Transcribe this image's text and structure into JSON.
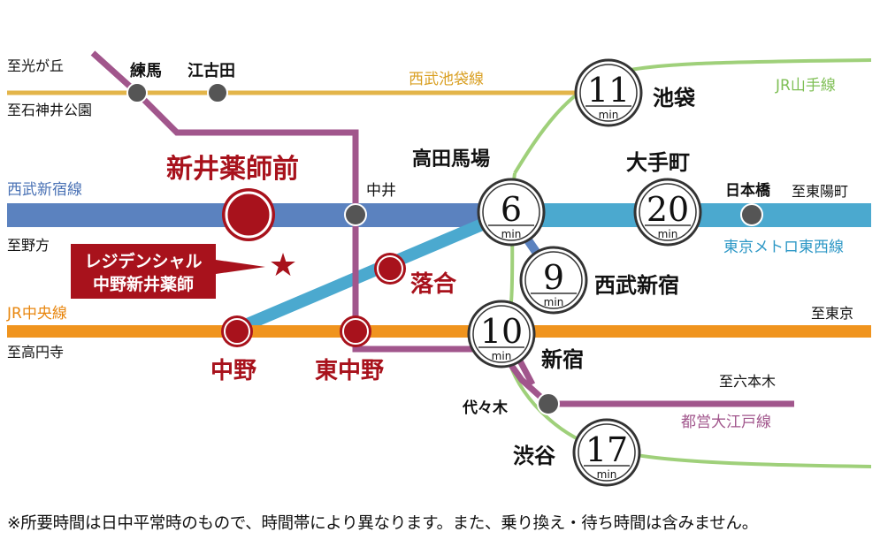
{
  "lines": {
    "seibu_ikebukuro": {
      "name": "西武池袋線",
      "color": "#e3b54a"
    },
    "seibu_shinjuku": {
      "name": "西武新宿線",
      "color": "#5b82bf"
    },
    "jr_chuo": {
      "name": "JR中央線",
      "color": "#f0941e"
    },
    "jr_yamanote": {
      "name": "JR山手線",
      "color": "#9fd07a"
    },
    "tozai": {
      "name": "東京メトロ東西線",
      "color": "#4ba9cf"
    },
    "oedo": {
      "name": "都営大江戸線",
      "color": "#a1568c"
    }
  },
  "directions": {
    "hikarigaoka": "至光が丘",
    "shakujii": "至石神井公園",
    "nogata": "至野方",
    "koenji": "至高円寺",
    "higashiyocho": "至東陽町",
    "tokyo": "至東京",
    "roppongi": "至六本木"
  },
  "stations": {
    "nerima": "練馬",
    "egota": "江古田",
    "nakai": "中井",
    "araiyakushimae": "新井薬師前",
    "ochiai": "落合",
    "nakano": "中野",
    "higashinakano": "東中野",
    "takadanobaba": "高田馬場",
    "ikebukuro": "池袋",
    "otemachi": "大手町",
    "nihonbashi": "日本橋",
    "seibushinjuku": "西武新宿",
    "shinjuku": "新宿",
    "yoyogi": "代々木",
    "shibuya": "渋谷"
  },
  "times": {
    "ikebukuro": "11",
    "takadanobaba": "6",
    "otemachi": "20",
    "seibushinjuku": "9",
    "shinjuku": "10",
    "shibuya": "17",
    "unit": "min"
  },
  "property": {
    "line1": "レジデンシャル",
    "line2": "中野新井薬師"
  },
  "colors": {
    "station_red": "#a8121c",
    "dot_gray": "#555555"
  },
  "note": "※所要時間は日中平常時のもので、時間帯により異なります。また、乗り換え・待ち時間は含みません。"
}
